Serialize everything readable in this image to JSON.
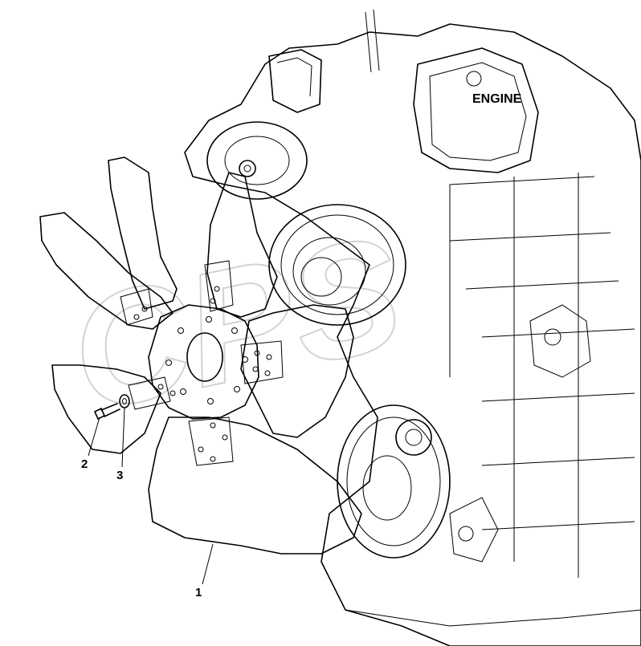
{
  "labels": {
    "engine": "ENGINE",
    "part_1": "1",
    "part_2": "2",
    "part_3": "3"
  },
  "colors": {
    "line": "#000000",
    "background": "#ffffff",
    "watermark": "#c8c8c8"
  }
}
